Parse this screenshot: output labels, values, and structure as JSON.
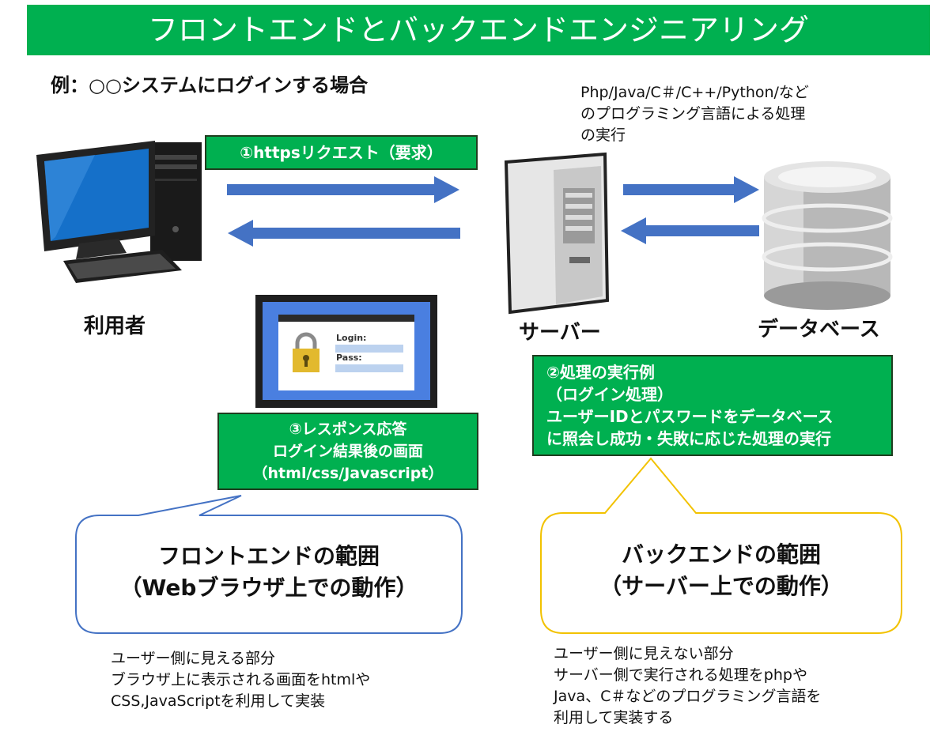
{
  "title": "フロントエンドとバックエンドエンジニアリング",
  "example_label": "例：○○システムにログインする場合",
  "lang_note": [
    "Php/Java/C＃/C++/Python/など",
    "のプログラミング言語による処理",
    "の実行"
  ],
  "request_label": "①httpsリクエスト（要求）",
  "user_label": "利用者",
  "server_label": "サーバー",
  "database_label": "データベース",
  "login_screen": {
    "login": "Login:",
    "pass": "Pass:"
  },
  "response_box": [
    "③レスポンス応答",
    "ログイン結果後の画面",
    "（html/css/Javascript）"
  ],
  "process_box": [
    "②処理の実行例",
    "（ログイン処理）",
    "ユーザーIDとパスワードをデータベース",
    "に照会し成功・失敗に応じた処理の実行"
  ],
  "frontend_bubble": [
    "フロントエンドの範囲",
    "（Webブラウザ上での動作）"
  ],
  "backend_bubble": [
    "バックエンドの範囲",
    "（サーバー上での動作）"
  ],
  "frontend_note": [
    "ユーザー側に見える部分",
    "ブラウザ上に表示される画面をhtmlや",
    "CSS,JavaScriptを利用して実装"
  ],
  "backend_note": [
    "ユーザー側に見えない部分",
    "サーバー側で実行される処理をphpや",
    "Java、C＃などのプログラミング言語を",
    "利用して実装する"
  ],
  "colors": {
    "green": "#00b050",
    "arrow": "#4472c4",
    "front_bubble_border": "#4472c4",
    "back_bubble_border": "#f2c200"
  }
}
